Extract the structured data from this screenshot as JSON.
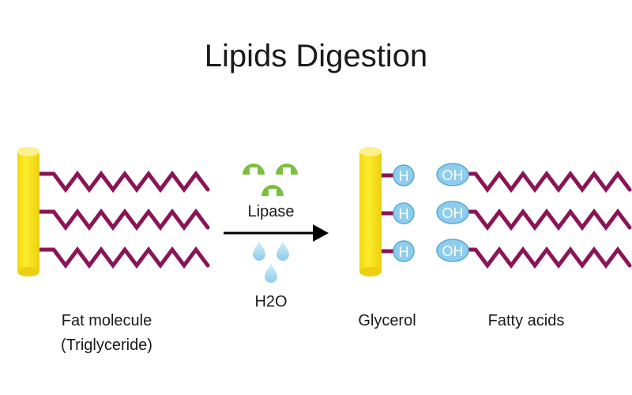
{
  "title": "Lipids Digestion",
  "reactant": {
    "label_line1": "Fat molecule",
    "label_line2": "(Triglyceride)"
  },
  "enzyme": {
    "label": "Lipase"
  },
  "water": {
    "label": "H2O"
  },
  "products": {
    "glycerol_label": "Glycerol",
    "fatty_acids_label": "Fatty acids",
    "h_label": "H",
    "oh_label": "OH"
  },
  "colors": {
    "glycerol": "#f4e21a",
    "chain": "#8b1456",
    "enzyme": "#7bbf3f",
    "water": "#a9d8f0",
    "bubble": "#8fcdee"
  }
}
